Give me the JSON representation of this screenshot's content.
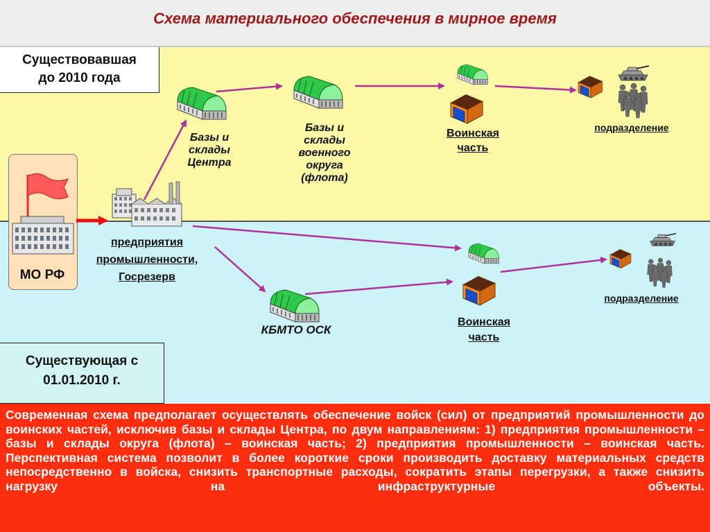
{
  "title": "Схема материального обеспечения в мирное время",
  "legacy_scheme": {
    "label_line1": "Существовавшая",
    "label_line2": "до 2010 года"
  },
  "current_scheme": {
    "label_line1": "Существующая с",
    "label_line2": "01.01.2010 г."
  },
  "mo": {
    "label": "МО РФ"
  },
  "industry": {
    "line1": "предприятия",
    "line2": "промышленности,",
    "line3": "Госрезерв"
  },
  "upper_flow": {
    "center_bases": {
      "line1": "Базы и",
      "line2": "склады",
      "line3": "Центра"
    },
    "district_bases": {
      "line1": "Базы и",
      "line2": "склады",
      "line3": "военного",
      "line4": "округа",
      "line5": "(флота)"
    },
    "military_unit": {
      "line1": "Воинская",
      "line2": "часть"
    },
    "subdivision": {
      "label": "подразделение"
    }
  },
  "lower_flow": {
    "kbmto": {
      "label": "КБМТО ОСК"
    },
    "military_unit": {
      "line1": "Воинская",
      "line2": "часть"
    },
    "subdivision": {
      "label": "подразделение"
    }
  },
  "description": "Современная схема предполагает осуществлять обеспечение войск (сил) от предприятий промышленности до воинских частей, исключив базы и склады Центра, по двум направлениям: 1) предприятия промышленности – базы и склады округа (флота) – воинская часть; 2) предприятия промышленности – воинская часть. Перспективная система позволит в более короткие сроки производить доставку материальных средств непосредственно в войска, снизить транспортные расходы, сократить этапы перегрузки, а также снизить нагрузку на инфраструктурные объекты.",
  "colors": {
    "title": "#a01818",
    "upper_bg": "#fbf8a6",
    "lower_bg": "#ccf3f8",
    "arrow": "#b0309a",
    "warehouse": "#2fc84a",
    "description_bg": "#fd2d0f"
  },
  "icons": [
    "flag-icon",
    "building-icon",
    "factory-icon",
    "warehouse-icon",
    "garage-icon",
    "tank-icon",
    "soldiers-icon"
  ]
}
